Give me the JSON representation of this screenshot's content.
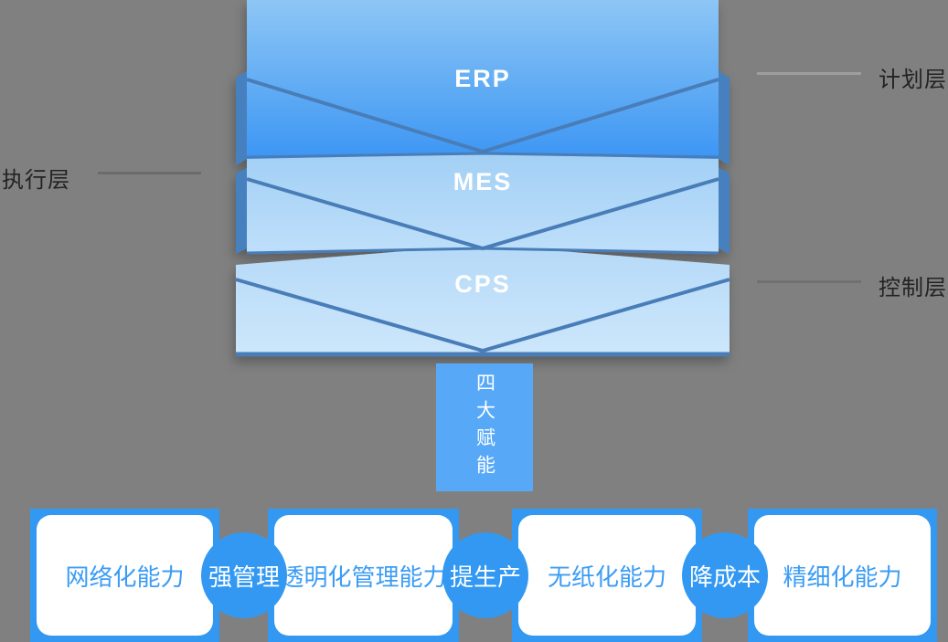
{
  "diagram": {
    "background_color": "#808080",
    "stack": {
      "edge_color": "#4a7db8",
      "wing_color": "#4780bf",
      "layers": [
        {
          "label": "ERP",
          "fill_top": "#8dc6f5",
          "fill_bottom": "#3c96f4"
        },
        {
          "label": "MES",
          "fill_top": "#9ecdf4",
          "fill_bottom": "#bedffa"
        },
        {
          "label": "CPS",
          "fill_top": "#b5d9f8",
          "fill_bottom": "#cde7fb"
        }
      ]
    },
    "annotations": {
      "planning": {
        "label": "计划层"
      },
      "execution": {
        "label": "执行层"
      },
      "control": {
        "label": "控制层"
      }
    },
    "hub": {
      "label": "四大赋能",
      "color": "#57a9f7"
    },
    "capabilities": {
      "accent_color": "#3398f2",
      "cards": [
        {
          "label": "网络化能力"
        },
        {
          "label": "透明化管理能力"
        },
        {
          "label": "无纸化能力"
        },
        {
          "label": "精细化能力"
        }
      ],
      "connectors": [
        {
          "label": "强管理"
        },
        {
          "label": "提生产"
        },
        {
          "label": "降成本"
        }
      ]
    }
  }
}
